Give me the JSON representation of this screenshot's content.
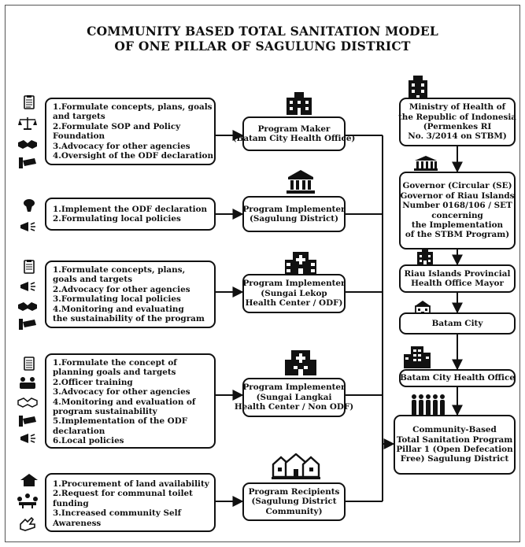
{
  "title": {
    "line1": "COMMUNITY BASED TOTAL SANITATION MODEL",
    "line2": "OF ONE PILLAR OF SAGULUNG DISTRICT"
  },
  "task_lists": [
    {
      "items": [
        "1.Formulate concepts, plans, goals",
        "   and targets",
        "2.Formulate SOP and Policy",
        "   Foundation",
        "3.Advocacy for other agencies",
        "4.Oversight of the ODF declaration"
      ]
    },
    {
      "items": [
        "1.Implement the ODF declaration",
        "2.Formulating local policies"
      ]
    },
    {
      "items": [
        "1.Formulate concepts, plans,",
        "   goals and targets",
        "2.Advocacy for other agencies",
        "3.Formulating local policies",
        "4.Monitoring and evaluating",
        "   the sustainability of the program"
      ]
    },
    {
      "items": [
        "1.Formulate the concept of",
        "   planning goals and targets",
        "2.Officer training",
        "3.Advocacy for other agencies",
        "4.Monitoring and evaluation of",
        "   program sustainability",
        "5.Implementation of the ODF",
        "   declaration",
        "6.Local policies"
      ]
    },
    {
      "items": [
        "1.Procurement of land availability",
        "2.Request for communal toilet",
        "   funding",
        "3.Increased community Self",
        "   Awareness"
      ]
    }
  ],
  "actors": [
    {
      "lines": [
        "Program Maker",
        "(Batam City Health Office)"
      ]
    },
    {
      "lines": [
        "Program Implementer",
        "(Sagulung District)"
      ]
    },
    {
      "lines": [
        "Program Implementer",
        "(Sungai Lekop",
        "Health Center / ODF)"
      ]
    },
    {
      "lines": [
        "Program Implementer",
        "(Sungai Langkai",
        "Health Center / Non ODF)"
      ]
    },
    {
      "lines": [
        "Program Recipients",
        "(Sagulung District",
        "Community)"
      ]
    }
  ],
  "hierarchy": [
    {
      "lines": [
        "Ministry of Health of",
        "the Republic of Indonesia",
        "(Permenkes RI",
        "No. 3/2014 on STBM)"
      ]
    },
    {
      "lines": [
        "Governor (Circular (SE)",
        "Governor of Riau Islands",
        "Number 0168/106 / SET",
        "concerning",
        "the Implementation",
        "of the STBM Program)"
      ]
    },
    {
      "lines": [
        "Riau Islands Provincial",
        "Health Office Mayor"
      ]
    },
    {
      "lines": [
        "Batam City"
      ]
    },
    {
      "lines": [
        "Batam City Health Office"
      ]
    },
    {
      "lines": [
        "Community-Based",
        "Total Sanitation Program",
        "Pillar 1 (Open Defecation",
        "Free) Sagulung District"
      ]
    }
  ],
  "icons": {
    "row1": [
      "clipboard-icon",
      "scales-icon",
      "handshake-icon",
      "cctv-icon"
    ],
    "row2": [
      "toilet-icon",
      "megaphone-icon"
    ],
    "row3": [
      "clipboard-icon",
      "megaphone-icon",
      "handshake-icon",
      "cctv-icon"
    ],
    "row4": [
      "clipboard-icon",
      "training-icon",
      "handshake-icon",
      "cctv-icon",
      "megaphone-icon"
    ],
    "row5": [
      "house-icon",
      "meeting-icon",
      "hand-icon"
    ],
    "actors": [
      "office-building-icon",
      "government-building-icon",
      "hospital-icon",
      "hospital-icon",
      "village-icon"
    ],
    "hierarchy": [
      "ministry-building-icon",
      "capitol-icon",
      "office-building-icon",
      "city-hall-icon",
      "apartment-icon",
      "crowd-icon"
    ]
  },
  "colors": {
    "ink": "#111111",
    "frame": "#555555",
    "background": "#ffffff"
  }
}
